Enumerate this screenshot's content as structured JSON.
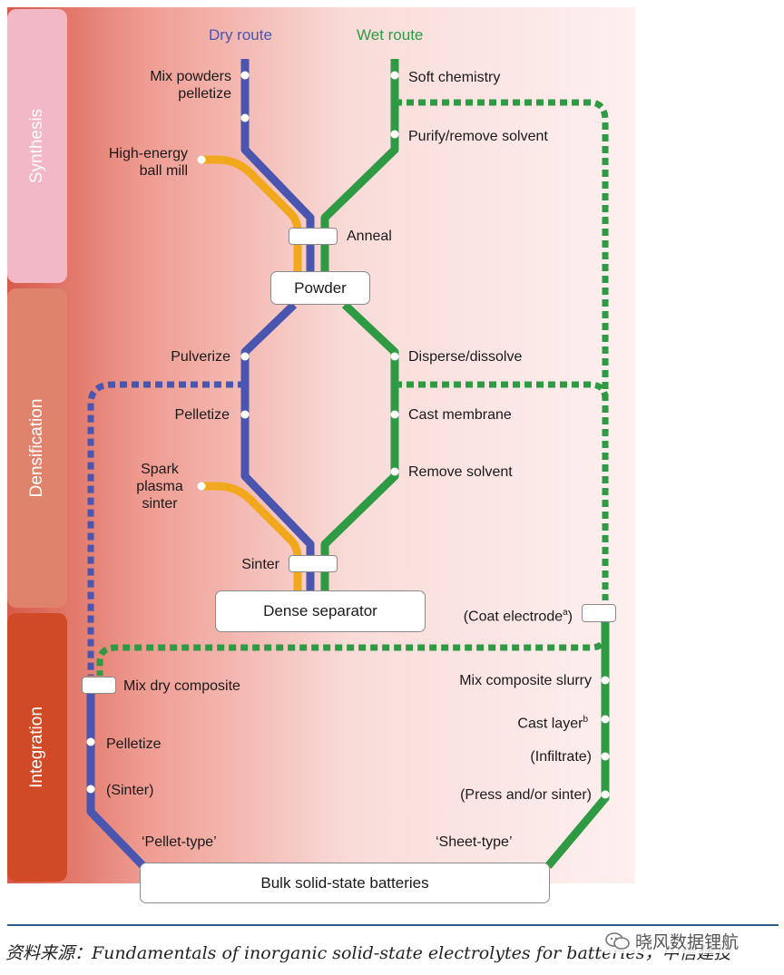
{
  "routes": {
    "dry": "Dry route",
    "wet": "Wet route"
  },
  "phases": {
    "synthesis": "Synthesis",
    "densification": "Densification",
    "integration": "Integration"
  },
  "steps": {
    "mix_powders": "Mix powders\npelletize",
    "ball_mill": "High-energy\nball mill",
    "soft_chem": "Soft chemistry",
    "purify": "Purify/remove solvent",
    "anneal": "Anneal",
    "pulverize": "Pulverize",
    "pelletize1": "Pelletize",
    "sps": "Spark\nplasma\nsinter",
    "sinter": "Sinter",
    "disperse": "Disperse/dissolve",
    "cast_membrane": "Cast membrane",
    "remove_solvent": "Remove solvent",
    "coat_electrode": "(Coat electrode",
    "coat_sup": "a",
    "coat_close": ")",
    "mix_dry": "Mix dry composite",
    "pelletize2": "Pelletize",
    "sinter_opt": "(Sinter)",
    "mix_slurry": "Mix composite slurry",
    "cast_layer": "Cast layer",
    "cast_sup": "b",
    "infiltrate": "(Infiltrate)",
    "press_sinter": "(Press and/or sinter)",
    "pellet_type": "‘Pellet-type’",
    "sheet_type": "‘Sheet-type’"
  },
  "boxes": {
    "powder": "Powder",
    "dense": "Dense separator",
    "bulk": "Bulk solid-state batteries"
  },
  "caption": "资料来源：Fundamentals of inorganic solid-state electrolytes for batteries，中信建投",
  "watermark": "晓风数据锂航",
  "colors": {
    "dry": "#4a55b0",
    "wet": "#2f9a44",
    "alt": "#f2a81d",
    "phase_synthesis": "#f3b8c6",
    "phase_densification": "#e0836d",
    "phase_integration": "#cf4a25"
  }
}
